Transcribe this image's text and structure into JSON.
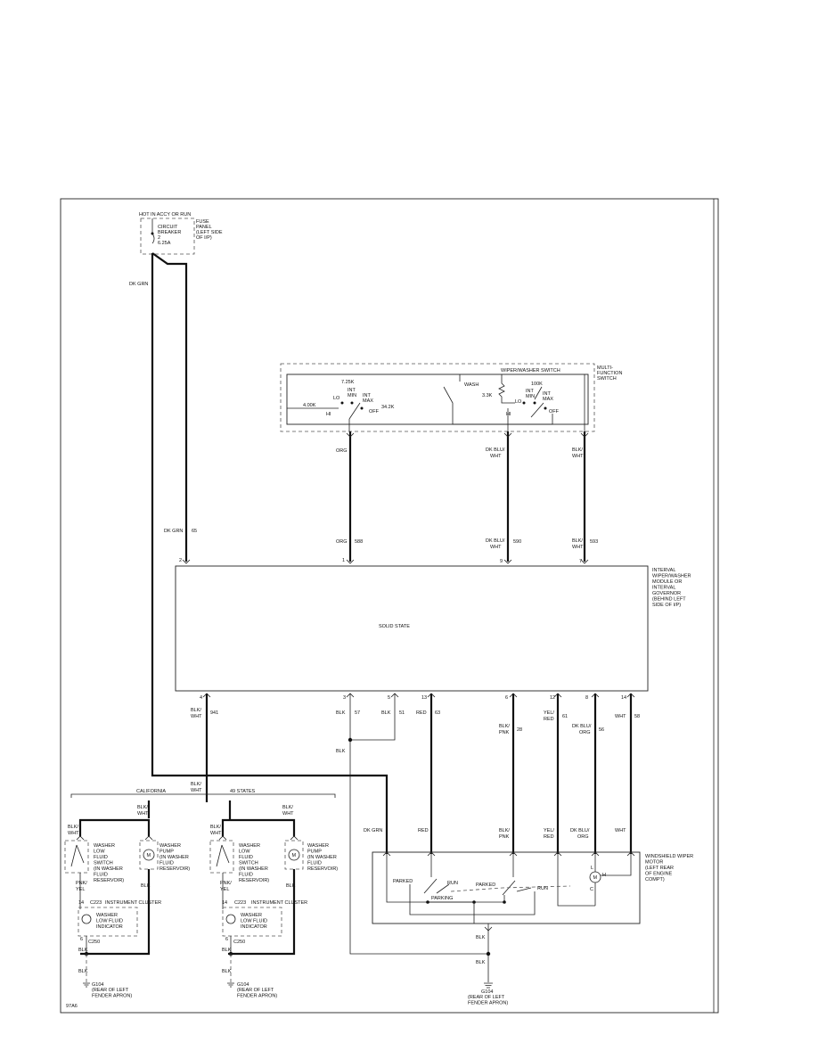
{
  "diagram": {
    "hot_label": "HOT IN ACCY OR RUN",
    "fuse_panel": [
      "FUSE",
      "PANEL",
      "(LEFT SIDE",
      "OF I/P)"
    ],
    "circuit_breaker": [
      "CIRCUIT",
      "BREAKER",
      "2",
      "6.25A"
    ],
    "wire_dk_grn": "DK GRN",
    "circuit_65": "65",
    "mf_switch": [
      "MULTI-",
      "FUNCTION",
      "SWITCH"
    ],
    "ww_switch": "WIPER/WASHER SWITCH",
    "res_725": "7.25K",
    "res_400": "4.00K",
    "res_342": "34.2K",
    "res_33": "3.3K",
    "res_100": "100K",
    "pos_lo": "LO",
    "pos_hi": "HI",
    "pos_int": "INT",
    "pos_min": "MIN",
    "pos_max": "MAX",
    "pos_off": "OFF",
    "pos_wash": "WASH",
    "wire_org": "ORG",
    "wire_dkbluwht": [
      "DK BLU/",
      "WHT"
    ],
    "wire_blkwht": [
      "BLK/",
      "WHT"
    ],
    "circuit_588": "588",
    "circuit_590": "590",
    "circuit_593": "593",
    "pin_2": "2",
    "pin_1": "1",
    "pin_9": "9",
    "pin_7": "7",
    "module_label": [
      "INTERVAL",
      "WIPER/WASHER",
      "MODULE OR",
      "INTERVAL",
      "GOVERNOR",
      "(BEHIND LEFT",
      "SIDE OF I/P)"
    ],
    "solid_state": "SOLID STATE",
    "bottom_pins": [
      "4",
      "3",
      "5",
      "13",
      "6",
      "12",
      "8",
      "14"
    ],
    "circuit_941": "941",
    "wire_blk": "BLK",
    "circuit_57": "57",
    "circuit_51": "51",
    "wire_red": "RED",
    "circuit_63": "63",
    "wire_blkpnk": [
      "BLK/",
      "PNK"
    ],
    "circuit_28": "28",
    "wire_yelred": [
      "YEL/",
      "RED"
    ],
    "circuit_61": "61",
    "wire_dkbluorg": [
      "DK BLU/",
      "ORG"
    ],
    "circuit_56": "56",
    "wire_wht": "WHT",
    "circuit_58": "58",
    "california": "CALIFORNIA",
    "states_49": "49 STATES",
    "washer_switch": [
      "WASHER",
      "LOW",
      "FLUID",
      "SWITCH",
      "(IN WASHER",
      "FLUID",
      "RESERVOIR)"
    ],
    "washer_pump": [
      "WASHER",
      "PUMP",
      "(IN WASHER",
      "FLUID",
      "RESERVOIR)"
    ],
    "wire_pnkyel": [
      "PNK/",
      "YEL"
    ],
    "pin_14": "14",
    "pin_6": "6",
    "conn_c223": "C223",
    "conn_c250": "C250",
    "inst_cluster": "INSTRUMENT CLUSTER",
    "low_fluid_ind": [
      "WASHER",
      "LOW FLUID",
      "INDICATOR"
    ],
    "ground_g104": "G104",
    "ground_loc": [
      "(REAR OF LEFT",
      "FENDER APRON)"
    ],
    "motor_label": [
      "WINDSHIELD WIPER",
      "MOTOR",
      "(LEFT REAR",
      "OF ENGINE",
      "COMPT)"
    ],
    "parked": "PARKED",
    "run": "RUN",
    "parking": "PARKING",
    "motor_m": "M",
    "motor_l": "L",
    "motor_h": "H",
    "motor_c": "C",
    "footer_code": "97A6"
  }
}
